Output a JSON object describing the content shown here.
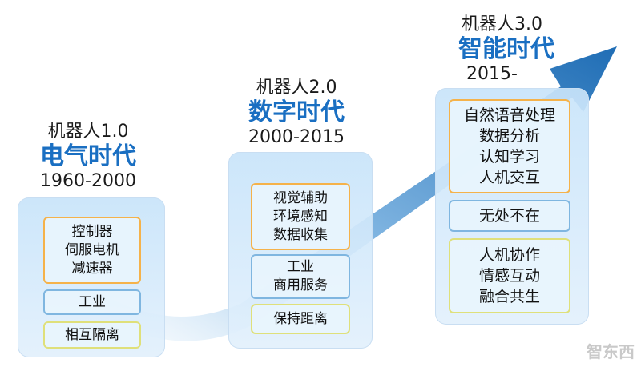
{
  "stages": [
    {
      "name": "机器人1.0",
      "era": "电气时代",
      "years": "1960-2000",
      "boxes": [
        {
          "lines": [
            "控制器",
            "伺服电机",
            "减速器"
          ],
          "border": "orange"
        },
        {
          "lines": [
            "工业"
          ],
          "border": "blue"
        },
        {
          "lines": [
            "相互隔离"
          ],
          "border": "yellow"
        }
      ]
    },
    {
      "name": "机器人2.0",
      "era": "数字时代",
      "years": "2000-2015",
      "boxes": [
        {
          "lines": [
            "视觉辅助",
            "环境感知",
            "数据收集"
          ],
          "border": "orange"
        },
        {
          "lines": [
            "工业",
            "商用服务"
          ],
          "border": "blue"
        },
        {
          "lines": [
            "保持距离"
          ],
          "border": "yellow"
        }
      ]
    },
    {
      "name": "机器人3.0",
      "era": "智能时代",
      "years": "2015-",
      "boxes": [
        {
          "lines": [
            "自然语音处理",
            "数据分析",
            "认知学习",
            "人机交互"
          ],
          "border": "orange"
        },
        {
          "lines": [
            "无处不在"
          ],
          "border": "blue"
        },
        {
          "lines": [
            "人机协作",
            "情感互动",
            "融合共生"
          ],
          "border": "yellow"
        }
      ]
    }
  ],
  "watermark": "智东西",
  "colors": {
    "era_text": "#1a6fc2",
    "arrow": "#2f7fc7",
    "orange": "#f5b24a",
    "blue": "#7fb6e0",
    "yellow": "#dfe07a"
  }
}
